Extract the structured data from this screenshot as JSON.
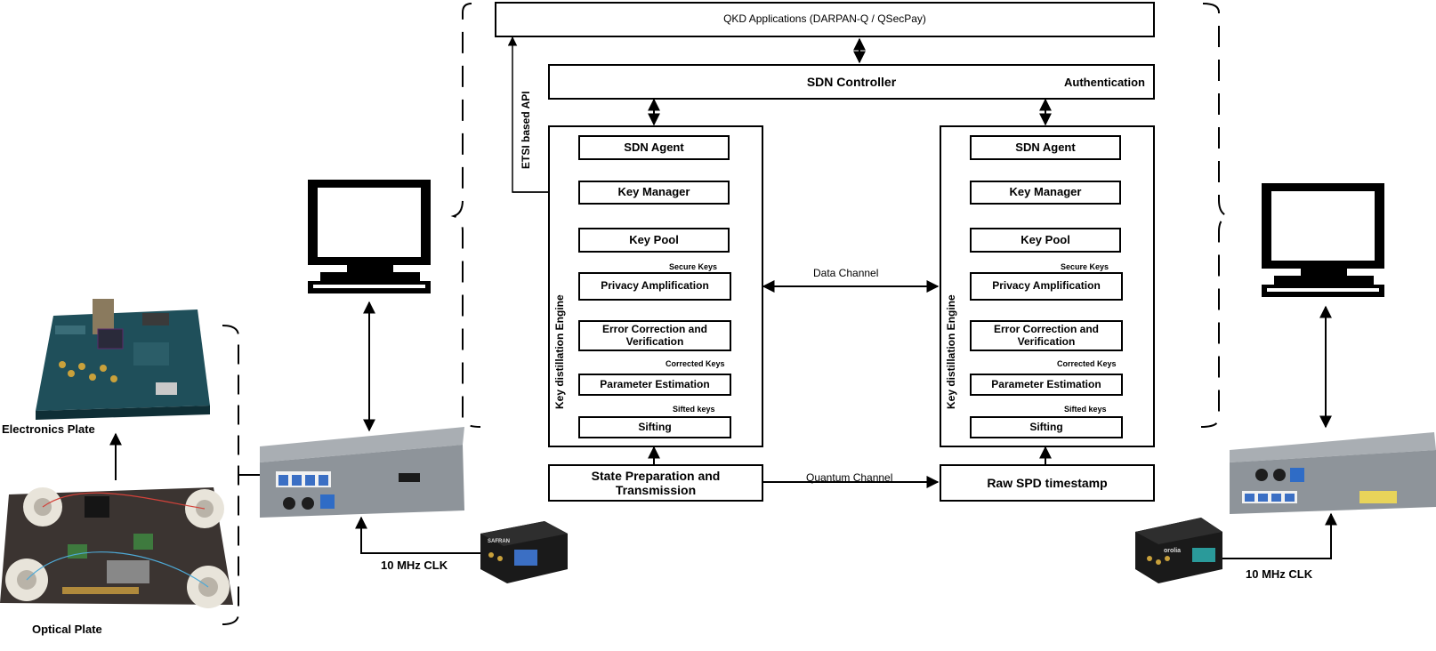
{
  "top": {
    "apps": "QKD Applications (DARPAN-Q / QSecPay)",
    "controller": "SDN Controller",
    "auth": "Authentication",
    "etsi": "ETSI based API"
  },
  "node_left": {
    "sdn_agent": "SDN Agent",
    "key_manager": "Key Manager",
    "key_pool": "Key Pool",
    "secure_keys": "Secure Keys",
    "privacy": "Privacy Amplification",
    "error_corr": "Error Correction and Verification",
    "corrected": "Corrected Keys",
    "param_est": "Parameter Estimation",
    "sifted": "Sifted keys",
    "sifting": "Sifting",
    "engine": "Key distillation Engine"
  },
  "node_right": {
    "sdn_agent": "SDN Agent",
    "key_manager": "Key Manager",
    "key_pool": "Key Pool",
    "secure_keys": "Secure Keys",
    "privacy": "Privacy Amplification",
    "error_corr": "Error Correction and Verification",
    "corrected": "Corrected Keys",
    "param_est": "Parameter Estimation",
    "sifted": "Sifted keys",
    "sifting": "Sifting",
    "engine": "Key distillation Engine"
  },
  "channels": {
    "data": "Data Channel",
    "quantum": "Quantum Channel",
    "state_prep": "State Preparation and Transmission",
    "raw_spd": "Raw SPD timestamp"
  },
  "hardware": {
    "electronics": "Electronics Plate",
    "optical": "Optical Plate",
    "clk_left": "10 MHz CLK",
    "clk_right": "10 MHz CLK",
    "brand_left": "SAFRAN",
    "brand_right": "orolia"
  },
  "colors": {
    "pcb": "#1f4f5a",
    "chassis": "#8e949a",
    "clock_box": "#1a1a1a"
  }
}
